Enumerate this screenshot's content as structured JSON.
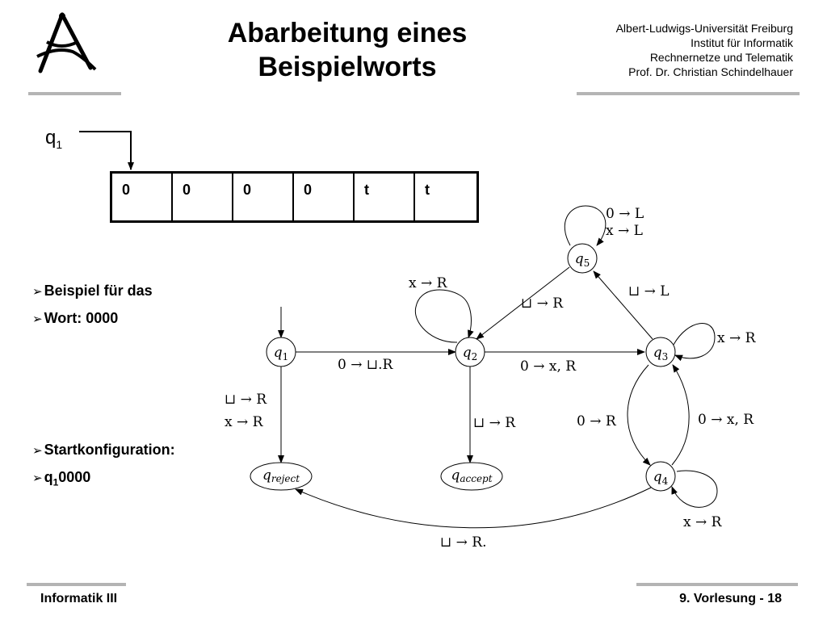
{
  "header": {
    "title_line1": "Abarbeitung eines",
    "title_line2": "Beispielworts",
    "institution": [
      "Albert-Ludwigs-Universität Freiburg",
      "Institut für Informatik",
      "Rechnernetze und Telematik",
      "Prof. Dr. Christian Schindelhauer"
    ]
  },
  "tape": {
    "head_state": "q",
    "head_state_index": "1",
    "cells": [
      "0",
      "0",
      "0",
      "0",
      "t",
      "t"
    ]
  },
  "bullets": {
    "b1": "Beispiel für das",
    "b2": "Wort: 0000",
    "b3": "Startkonfiguration:",
    "b4_state": "q",
    "b4_index": "1",
    "b4_word": "0000"
  },
  "diagram": {
    "states": {
      "q1": {
        "base": "q",
        "sub": "1"
      },
      "q2": {
        "base": "q",
        "sub": "2"
      },
      "q3": {
        "base": "q",
        "sub": "3"
      },
      "q4": {
        "base": "q",
        "sub": "4"
      },
      "q5": {
        "base": "q",
        "sub": "5"
      },
      "reject": {
        "base": "q",
        "sub": "reject"
      },
      "accept": {
        "base": "q",
        "sub": "accept"
      }
    },
    "labels": {
      "q5_loop_1": "0 → L",
      "q5_loop_2": "x → L",
      "q2_loop": "x → R",
      "q5_q2": "⊔ → R",
      "q3_q5": "⊔ → L",
      "q3_loop": "x → R",
      "q1_q2": "0 → ⊔.R",
      "q2_q3": "0 → x, R",
      "q1_reject_1": "⊔ → R",
      "q1_reject_2": "x → R",
      "q2_accept": "⊔ → R",
      "q3_q4": "0 → R",
      "q4_q3": "0 → x, R",
      "q4_loop": "x → R",
      "q4_reject": "⊔ → R."
    }
  },
  "footer": {
    "left": "Informatik III",
    "right": "9. Vorlesung - 18"
  }
}
